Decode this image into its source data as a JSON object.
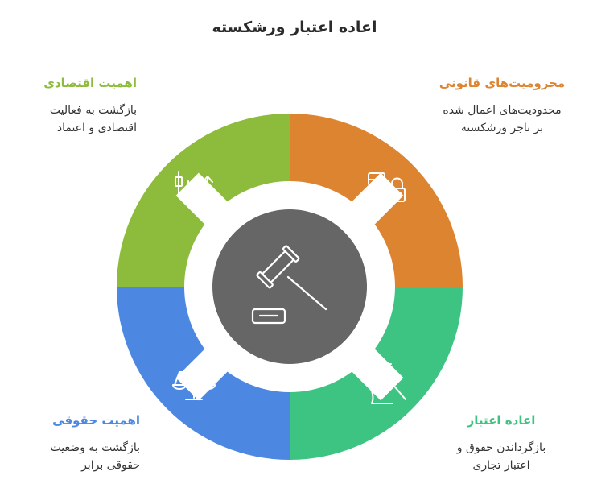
{
  "title": "اعاده اعتبار ورشکسته",
  "colors": {
    "green": "#8DBB3C",
    "orange": "#DD8431",
    "blue": "#4C87E2",
    "teal": "#3DC483",
    "center": "#666666"
  },
  "sections": [
    {
      "id": "top-left",
      "heading": "اهمیت اقتصادی",
      "lines": [
        "بازگشت به فعالیت",
        "اقتصادی و اعتماد"
      ],
      "color": "#8DBB3C",
      "icon": "candlestick-chart-icon"
    },
    {
      "id": "top-right",
      "heading": "محرومیت‌های قانونی",
      "lines": [
        "محدودیت‌های اعمال شده",
        "بر تاجر ورشکسته"
      ],
      "color": "#DD8431",
      "icon": "documents-lock-icon"
    },
    {
      "id": "bottom-left",
      "heading": "اهمیت حقوقی",
      "lines": [
        "بازگشت به وضعیت",
        "حقوقی برابر"
      ],
      "color": "#4C87E2",
      "icon": "scales-icon"
    },
    {
      "id": "bottom-right",
      "heading": "اعاده اعتبار",
      "lines": [
        "بازگرداندن حقوق و",
        "اعتبار تجاری"
      ],
      "color": "#3DC483",
      "icon": "vase-brush-icon"
    }
  ],
  "center_icon": "gavel-icon"
}
